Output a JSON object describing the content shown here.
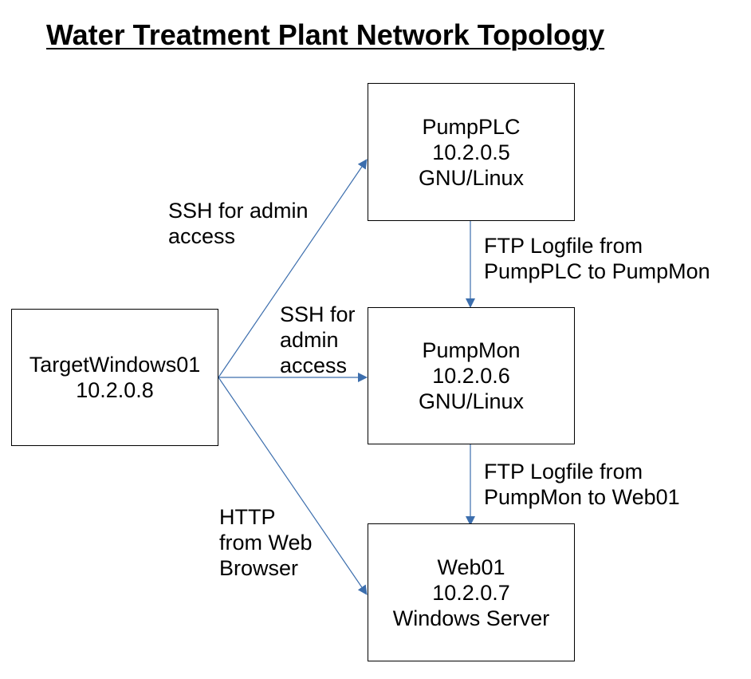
{
  "title": "Water Treatment Plant Network Topology",
  "colors": {
    "edge": "#3c6ead",
    "node_border": "#000000",
    "text": "#000000",
    "background": "#ffffff"
  },
  "nodes": {
    "target": {
      "name": "TargetWindows01",
      "ip": "10.2.0.8"
    },
    "pumpplc": {
      "name": "PumpPLC",
      "ip": "10.2.0.5",
      "os": "GNU/Linux"
    },
    "pumpmon": {
      "name": "PumpMon",
      "ip": "10.2.0.6",
      "os": "GNU/Linux"
    },
    "web01": {
      "name": "Web01",
      "ip": "10.2.0.7",
      "os": "Windows Server"
    }
  },
  "edges": {
    "target_to_pumpplc": {
      "lines": [
        "SSH for admin",
        "access"
      ]
    },
    "target_to_pumpmon": {
      "lines": [
        "SSH for",
        "admin",
        "access"
      ]
    },
    "target_to_web01": {
      "lines": [
        "HTTP",
        "from Web",
        "Browser"
      ]
    },
    "pumpplc_to_pumpmon": {
      "lines": [
        "FTP Logfile from",
        "PumpPLC to PumpMon"
      ]
    },
    "pumpmon_to_web01": {
      "lines": [
        "FTP Logfile from",
        "PumpMon to Web01"
      ]
    }
  }
}
